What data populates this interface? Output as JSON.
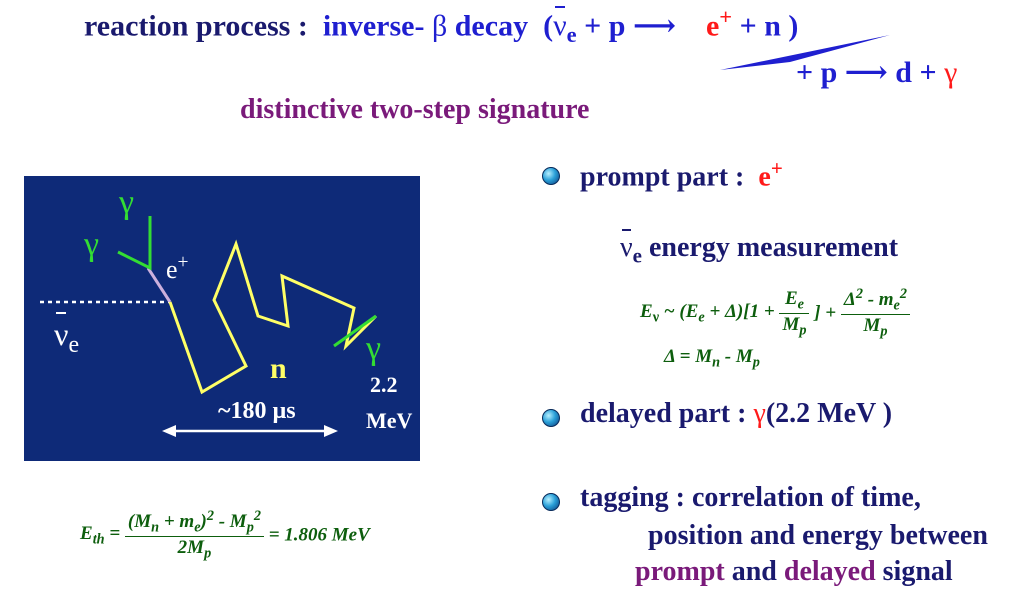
{
  "title": {
    "label": "reaction process :",
    "process": "inverse-",
    "beta": "β",
    "decay": "decay",
    "open": "(",
    "nu": "ν",
    "nu_sub": "e",
    "plus_p": "+ p",
    "arrow": "⟶",
    "e_plus": "e",
    "e_plus_sup": "+",
    "plus_n": "+ n",
    "close": ")"
  },
  "second_step": {
    "plus_p": "+ p",
    "arrow": "⟶",
    "d": "d +",
    "gamma": "γ"
  },
  "subtitle": "distinctive two-step signature",
  "diagram": {
    "gamma_top": "γ",
    "gamma_left": "γ",
    "gamma_right": "γ",
    "e_plus": "e",
    "e_plus_sup": "+",
    "nu": "ν",
    "nu_sub": "e",
    "n": "n",
    "time": "~180 µs",
    "energy_value": "2.2",
    "energy_unit": "MeV",
    "colors": {
      "background": "#0e2a78",
      "neutron_path": "#ffff66",
      "gamma": "#33dd33",
      "positron": "#ccb0dd",
      "text": "#ffffff"
    }
  },
  "threshold": {
    "lhs": "E",
    "lhs_sub": "th",
    "eq": "=",
    "num": "(M",
    "num_sub1": "n",
    "num_mid": "+ m",
    "num_sub2": "e",
    "num_close": ")",
    "num_sup": "2",
    "num_minus": "- M",
    "num_sub3": "p",
    "num_sup2": "2",
    "den": "2M",
    "den_sub": "p",
    "result": "= 1.806 MeV"
  },
  "bullets": {
    "prompt_label": "prompt part :",
    "prompt_e": "e",
    "prompt_e_sup": "+",
    "energy_nu": "ν",
    "energy_nu_sub": "e",
    "energy_text": "energy measurement",
    "delayed_label": "delayed part :",
    "delayed_gamma": "γ",
    "delayed_energy": "(2.2 MeV )",
    "tagging_line1": "tagging : correlation of time,",
    "tagging_line2": "position and energy between",
    "tagging_prompt": "prompt",
    "tagging_and": "and",
    "tagging_delayed": "delayed",
    "tagging_signal": "signal"
  },
  "energy_formula": {
    "lhs": "E",
    "lhs_sub": "ν",
    "approx": "~ (E",
    "e_sub": "e",
    "plus_delta": "+ Δ)[1 +",
    "frac1_num": "E",
    "frac1_num_sub": "e",
    "frac1_den": "M",
    "frac1_den_sub": "p",
    "bracket": "] +",
    "frac2_num": "Δ",
    "frac2_num_sup": "2",
    "frac2_num_mid": "- m",
    "frac2_num_sub": "e",
    "frac2_num_sup2": "2",
    "frac2_den": "M",
    "frac2_den_sub": "p",
    "delta": "Δ = M",
    "delta_sub1": "n",
    "delta_mid": "- M",
    "delta_sub2": "p"
  }
}
